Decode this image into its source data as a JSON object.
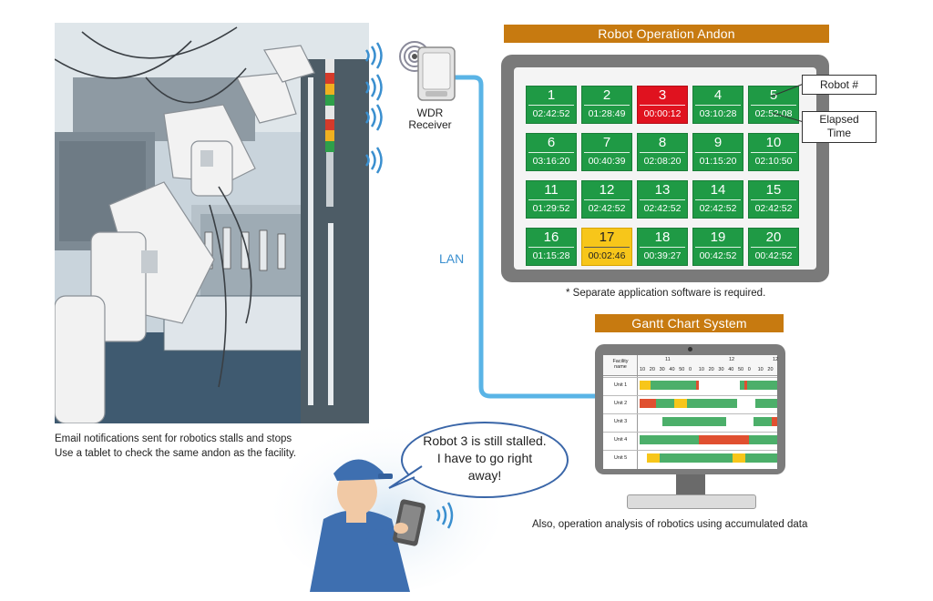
{
  "andon": {
    "title": "Robot Operation Andon",
    "robots": [
      {
        "num": "1",
        "time": "02:42:52",
        "status": "green"
      },
      {
        "num": "2",
        "time": "01:28:49",
        "status": "green"
      },
      {
        "num": "3",
        "time": "00:00:12",
        "status": "red"
      },
      {
        "num": "4",
        "time": "03:10:28",
        "status": "green"
      },
      {
        "num": "5",
        "time": "02:52:08",
        "status": "green"
      },
      {
        "num": "6",
        "time": "03:16:20",
        "status": "green"
      },
      {
        "num": "7",
        "time": "00:40:39",
        "status": "green"
      },
      {
        "num": "8",
        "time": "02:08:20",
        "status": "green"
      },
      {
        "num": "9",
        "time": "01:15:20",
        "status": "green"
      },
      {
        "num": "10",
        "time": "02:10:50",
        "status": "green"
      },
      {
        "num": "11",
        "time": "01:29:52",
        "status": "green"
      },
      {
        "num": "12",
        "time": "02:42:52",
        "status": "green"
      },
      {
        "num": "13",
        "time": "02:42:52",
        "status": "green"
      },
      {
        "num": "14",
        "time": "02:42:52",
        "status": "green"
      },
      {
        "num": "15",
        "time": "02:42:52",
        "status": "green"
      },
      {
        "num": "16",
        "time": "01:15:28",
        "status": "green"
      },
      {
        "num": "17",
        "time": "00:02:46",
        "status": "yellow"
      },
      {
        "num": "18",
        "time": "00:39:27",
        "status": "green"
      },
      {
        "num": "19",
        "time": "00:42:52",
        "status": "green"
      },
      {
        "num": "20",
        "time": "00:42:52",
        "status": "green"
      }
    ],
    "callout_robot": "Robot #",
    "callout_elapsed_1": "Elapsed",
    "callout_elapsed_2": "Time",
    "note": "* Separate application software is required."
  },
  "receiver": {
    "line1": "WDR",
    "line2": "Receiver"
  },
  "lan_label": "LAN",
  "gantt": {
    "title": "Gantt Chart System",
    "header_label_1": "Facility",
    "header_label_2": "name",
    "hours": [
      "11",
      "12",
      "12"
    ],
    "minutes": [
      "10",
      "20",
      "30",
      "40",
      "50",
      "0",
      "10",
      "20",
      "30",
      "40",
      "50",
      "0",
      "10",
      "20"
    ],
    "rows": [
      "Unit 1",
      "Unit 2",
      "Unit 3",
      "Unit 4",
      "Unit 5"
    ],
    "caption": "Also, operation analysis of robotics using accumulated data"
  },
  "colors": {
    "green": "#1f9a45",
    "red": "#e0121f",
    "yellow": "#f7c61a",
    "orange": "#c77a10",
    "lan": "#5ab4e6"
  },
  "left_caption_1": "Email notifications sent for robotics stalls and stops",
  "left_caption_2": "Use a tablet to check the same andon as the facility.",
  "speech": {
    "line1": "Robot 3 is still stalled.",
    "line2": "I have to go right",
    "line3": "away!"
  }
}
